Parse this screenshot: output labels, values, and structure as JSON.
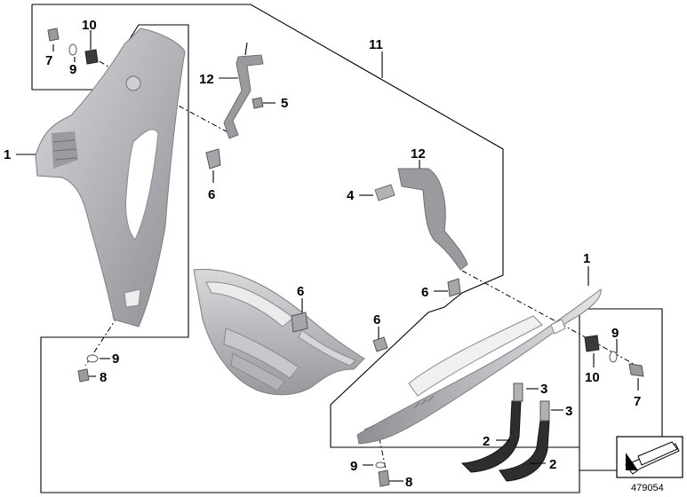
{
  "diagram": {
    "callouts": [
      {
        "id": "c-10-tl",
        "text": "10"
      },
      {
        "id": "c-7-tl",
        "text": "7"
      },
      {
        "id": "c-9-tl",
        "text": "9"
      },
      {
        "id": "c-11",
        "text": "11"
      },
      {
        "id": "c-12-top",
        "text": "12"
      },
      {
        "id": "c-5",
        "text": "5"
      },
      {
        "id": "c-1-left",
        "text": "1"
      },
      {
        "id": "c-6-upper",
        "text": "6"
      },
      {
        "id": "c-12-mid",
        "text": "12"
      },
      {
        "id": "c-4",
        "text": "4"
      },
      {
        "id": "c-1-right",
        "text": "1"
      },
      {
        "id": "c-6-mid-right",
        "text": "6"
      },
      {
        "id": "c-6-center",
        "text": "6"
      },
      {
        "id": "c-6-center-right",
        "text": "6"
      },
      {
        "id": "c-9-left",
        "text": "9"
      },
      {
        "id": "c-8-left",
        "text": "8"
      },
      {
        "id": "c-9-br",
        "text": "9"
      },
      {
        "id": "c-10-br",
        "text": "10"
      },
      {
        "id": "c-7-br",
        "text": "7"
      },
      {
        "id": "c-3-a",
        "text": "3"
      },
      {
        "id": "c-3-b",
        "text": "3"
      },
      {
        "id": "c-2-a",
        "text": "2"
      },
      {
        "id": "c-2-b",
        "text": "2"
      },
      {
        "id": "c-9-bottom",
        "text": "9"
      },
      {
        "id": "c-8-bottom",
        "text": "8"
      }
    ],
    "reference_number": "479054",
    "icon": "view-direction-arrow-icon"
  }
}
